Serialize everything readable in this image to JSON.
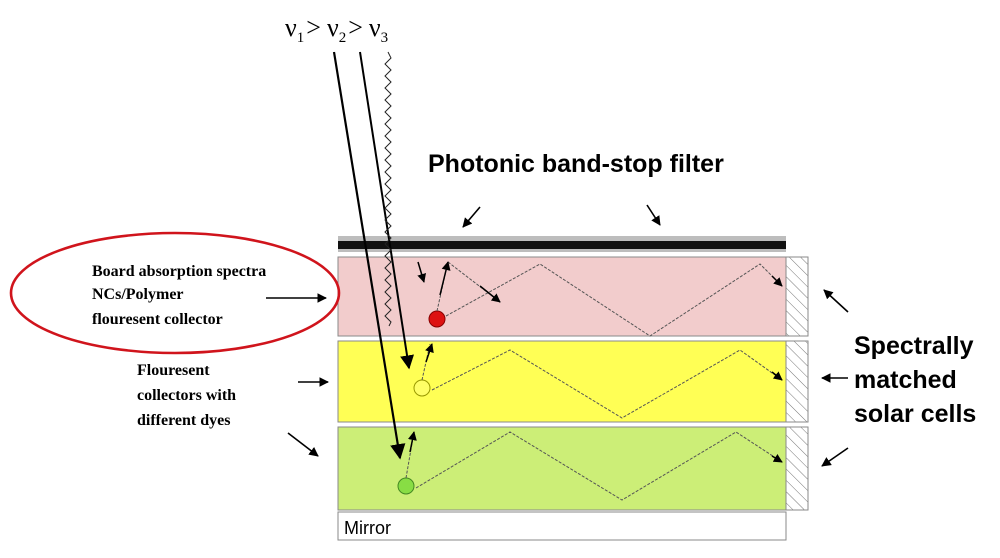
{
  "frequencies": {
    "nu1": "ν",
    "sub1": "1",
    "gt1": ">",
    "nu2": "ν",
    "sub2": "2",
    "gt2": ">",
    "nu3": "ν",
    "sub3": "3"
  },
  "filter_label": "Photonic band-stop filter",
  "left_callout": {
    "line1": "Board absorption spectra",
    "line2": "NCs/Polymer",
    "line3": "flouresent collector",
    "ellipse_color": "#d0141c"
  },
  "collectors_label": {
    "line1": "Flouresent",
    "line2": "collectors with",
    "line3": "different dyes"
  },
  "solar_cells_label": {
    "line1": "Spectrally",
    "line2": "matched",
    "line3": "solar cells"
  },
  "mirror_label": "Mirror",
  "colors": {
    "pink_layer": "#f2cccc",
    "yellow_layer": "#ffff55",
    "green_layer": "#ccee77",
    "red_dye": "#dd1111",
    "yellow_dye": "#ffff66",
    "green_dye": "#88dd44"
  }
}
